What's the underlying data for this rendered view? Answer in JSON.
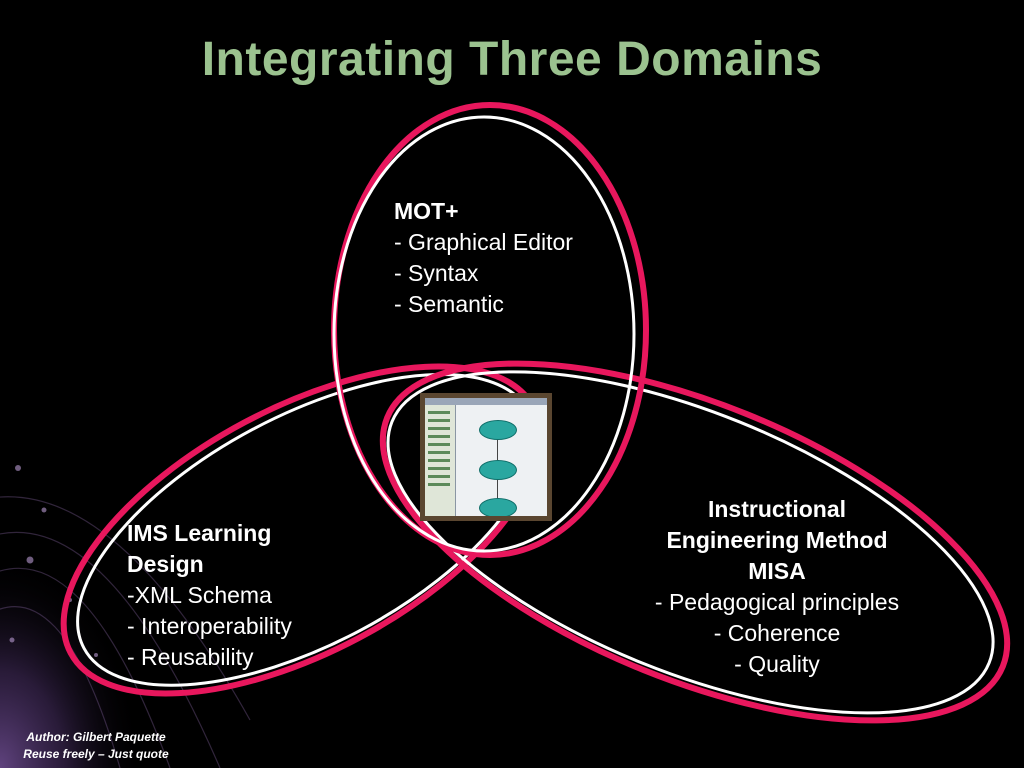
{
  "slide": {
    "title": "Integrating Three Domains"
  },
  "colors": {
    "title": "#9bc28f",
    "ring_outer": "#e8175d",
    "ring_inner": "#ffffff",
    "background": "#000000",
    "corner_glow": "#6a4a8c"
  },
  "domains": {
    "mot": {
      "heading": "MOT+",
      "items": [
        "- Graphical Editor",
        "- Syntax",
        "- Semantic"
      ]
    },
    "ims": {
      "heading_line1": "IMS Learning",
      "heading_line2": "Design",
      "items": [
        "-XML Schema",
        "- Interoperability",
        "- Reusability"
      ]
    },
    "misa": {
      "heading_line1": "Instructional",
      "heading_line2": "Engineering Method",
      "heading_line3": "MISA",
      "items": [
        "- Pedagogical principles",
        "- Coherence",
        "- Quality"
      ]
    }
  },
  "center_image": {
    "icon": "editor-screenshot-thumbnail"
  },
  "footer": {
    "author": "Author: Gilbert Paquette",
    "license": "Reuse freely – Just quote"
  }
}
